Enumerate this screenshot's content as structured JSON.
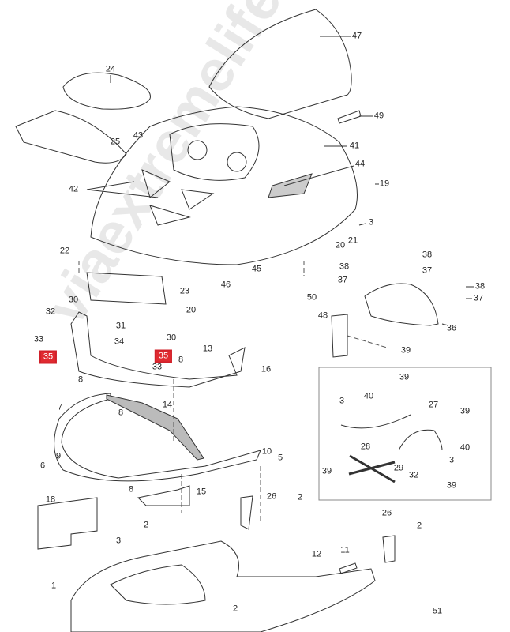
{
  "watermark": "viaextremelife.ru",
  "highlight_color": "#e02a30",
  "callouts": [
    {
      "id": "c47",
      "text": "47"
    },
    {
      "id": "c24",
      "text": "24"
    },
    {
      "id": "c49",
      "text": "49"
    },
    {
      "id": "c43",
      "text": "43"
    },
    {
      "id": "c25",
      "text": "25"
    },
    {
      "id": "c41",
      "text": "41"
    },
    {
      "id": "c44",
      "text": "44"
    },
    {
      "id": "c42",
      "text": "42"
    },
    {
      "id": "c19",
      "text": "19"
    },
    {
      "id": "c3a",
      "text": "3"
    },
    {
      "id": "c21",
      "text": "21"
    },
    {
      "id": "c20a",
      "text": "20"
    },
    {
      "id": "c22",
      "text": "22"
    },
    {
      "id": "c23",
      "text": "23"
    },
    {
      "id": "c46",
      "text": "46"
    },
    {
      "id": "c45",
      "text": "45"
    },
    {
      "id": "c38a",
      "text": "38"
    },
    {
      "id": "c38b",
      "text": "38"
    },
    {
      "id": "c37a",
      "text": "37"
    },
    {
      "id": "c37b",
      "text": "37"
    },
    {
      "id": "c50",
      "text": "50"
    },
    {
      "id": "c38c",
      "text": "38"
    },
    {
      "id": "c37c",
      "text": "37"
    },
    {
      "id": "c30a",
      "text": "30"
    },
    {
      "id": "c20b",
      "text": "20"
    },
    {
      "id": "c32a",
      "text": "32"
    },
    {
      "id": "c36",
      "text": "36"
    },
    {
      "id": "c48",
      "text": "48"
    },
    {
      "id": "c33a",
      "text": "33"
    },
    {
      "id": "c31",
      "text": "31"
    },
    {
      "id": "c30b",
      "text": "30"
    },
    {
      "id": "c34",
      "text": "34"
    },
    {
      "id": "c35a",
      "text": "35",
      "highlight": true
    },
    {
      "id": "c35b",
      "text": "35",
      "highlight": true
    },
    {
      "id": "c33b",
      "text": "33"
    },
    {
      "id": "c13",
      "text": "13"
    },
    {
      "id": "c16",
      "text": "16"
    },
    {
      "id": "c8a",
      "text": "8"
    },
    {
      "id": "c8b",
      "text": "8"
    },
    {
      "id": "c8c",
      "text": "8"
    },
    {
      "id": "c39a",
      "text": "39"
    },
    {
      "id": "c7",
      "text": "7"
    },
    {
      "id": "c14",
      "text": "14"
    },
    {
      "id": "c39b",
      "text": "39"
    },
    {
      "id": "c40a",
      "text": "40"
    },
    {
      "id": "c3b",
      "text": "3"
    },
    {
      "id": "c27",
      "text": "27"
    },
    {
      "id": "c39c",
      "text": "39"
    },
    {
      "id": "c40b",
      "text": "40"
    },
    {
      "id": "c3c",
      "text": "3"
    },
    {
      "id": "c28",
      "text": "28"
    },
    {
      "id": "c29",
      "text": "29"
    },
    {
      "id": "c32b",
      "text": "32"
    },
    {
      "id": "c39d",
      "text": "39"
    },
    {
      "id": "c39e",
      "text": "39"
    },
    {
      "id": "c9",
      "text": "9"
    },
    {
      "id": "c10",
      "text": "10"
    },
    {
      "id": "c5",
      "text": "5"
    },
    {
      "id": "c6",
      "text": "6"
    },
    {
      "id": "c18",
      "text": "18"
    },
    {
      "id": "c8d",
      "text": "8"
    },
    {
      "id": "c15",
      "text": "15"
    },
    {
      "id": "c26a",
      "text": "26"
    },
    {
      "id": "c2a",
      "text": "2"
    },
    {
      "id": "c2b",
      "text": "2"
    },
    {
      "id": "c3d",
      "text": "3"
    },
    {
      "id": "c26b",
      "text": "26"
    },
    {
      "id": "c2c",
      "text": "2"
    },
    {
      "id": "c12",
      "text": "12"
    },
    {
      "id": "c11",
      "text": "11"
    },
    {
      "id": "c1",
      "text": "1"
    },
    {
      "id": "c2d",
      "text": "2"
    },
    {
      "id": "c51",
      "text": "51"
    }
  ]
}
